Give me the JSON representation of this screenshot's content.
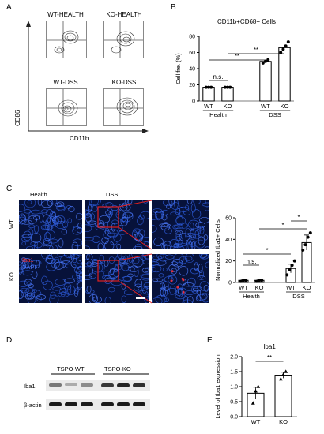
{
  "panels": {
    "A": "A",
    "B": "B",
    "C": "C",
    "D": "D",
    "E": "E"
  },
  "panel_a": {
    "titles": [
      "WT-HEALTH",
      "KO-HEALTH",
      "WT-DSS",
      "KO-DSS"
    ],
    "y_axis_label": "CD86",
    "x_axis_label": "CD11b"
  },
  "panel_c_images": {
    "column_labels": [
      "Health",
      "DSS"
    ],
    "row_labels": [
      "WT",
      "KO"
    ],
    "stain_iba1": "Iba1",
    "stain_dapi": "DAPI"
  },
  "panel_d": {
    "group_labels": [
      "TSPO-WT",
      "TSPO-KO"
    ],
    "row_labels": [
      "Iba1",
      "β-actin"
    ]
  },
  "chart_data": [
    {
      "type": "bar",
      "panel": "B",
      "title": "CD11b+CD68+ Cells",
      "ylabel": "Cell fre. (%)",
      "ylim": [
        0,
        80
      ],
      "yticks": [
        0,
        20,
        40,
        60,
        80
      ],
      "categories": [
        "WT",
        "KO",
        "WT",
        "KO"
      ],
      "groups": [
        "Health",
        "DSS"
      ],
      "values": [
        17,
        17,
        49,
        66
      ],
      "points": [
        [
          17,
          17,
          17
        ],
        [
          17,
          17,
          17
        ],
        [
          47,
          49,
          51
        ],
        [
          60,
          64,
          68,
          73
        ]
      ],
      "significance": [
        {
          "label": "n.s.",
          "pair": [
            0,
            1
          ]
        },
        {
          "label": "**",
          "pair": [
            0,
            2
          ]
        },
        {
          "label": "**",
          "pair": [
            1,
            3
          ]
        }
      ]
    },
    {
      "type": "bar",
      "panel": "C",
      "title": "",
      "ylabel": "Normalized Iba1+ Cells",
      "ylim": [
        0,
        60
      ],
      "yticks": [
        0,
        20,
        40,
        60
      ],
      "categories": [
        "WT",
        "KO",
        "WT",
        "KO"
      ],
      "groups": [
        "Health",
        "DSS"
      ],
      "values": [
        2,
        2,
        13,
        37
      ],
      "errors": [
        1,
        1,
        4,
        7
      ],
      "points": [
        [
          1,
          2,
          2
        ],
        [
          1,
          2,
          2
        ],
        [
          7,
          12,
          16,
          20
        ],
        [
          30,
          35,
          42,
          46
        ]
      ],
      "significance": [
        {
          "label": "n.s.",
          "pair": [
            0,
            1
          ]
        },
        {
          "label": "*",
          "pair": [
            0,
            2
          ]
        },
        {
          "label": "*",
          "pair": [
            1,
            3
          ]
        },
        {
          "label": "*",
          "pair": [
            2,
            3
          ]
        }
      ]
    },
    {
      "type": "bar",
      "panel": "E",
      "title": "Iba1",
      "ylabel": "Level of Iba1 expression",
      "ylim": [
        0,
        2.0
      ],
      "yticks": [
        0.0,
        0.5,
        1.0,
        1.5,
        2.0
      ],
      "categories": [
        "WT",
        "KO"
      ],
      "values": [
        0.78,
        1.38
      ],
      "errors": [
        0.2,
        0.1
      ],
      "points": [
        [
          0.45,
          0.85,
          1.0
        ],
        [
          1.25,
          1.4,
          1.5
        ]
      ],
      "significance": [
        {
          "label": "**",
          "pair": [
            0,
            1
          ]
        }
      ]
    }
  ]
}
